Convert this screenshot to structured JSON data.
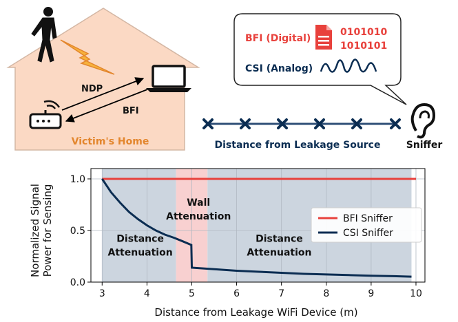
{
  "diagram": {
    "home_label": "Victim's Home",
    "ndp_label": "NDP",
    "bfi_label": "BFI",
    "bfi_digital_label": "BFI (Digital)",
    "bits_line1": "0101010",
    "bits_line2": "1010101",
    "csi_analog_label": "CSI (Analog)",
    "distance_label": "Distance from Leakage Source",
    "sniffer_label": "Sniffer",
    "colors": {
      "house_fill": "#fbd9c4",
      "home_text": "#e3862d",
      "red": "#e8413c",
      "navy": "#0b2d52",
      "axis_line": "#2e4e76"
    }
  },
  "chart_data": {
    "type": "line",
    "xlabel": "Distance from Leakage WiFi Device (m)",
    "ylabel_line1": "Normalized Signal",
    "ylabel_line2": "Power for Sensing",
    "xlim": [
      2.75,
      10.2
    ],
    "ylim": [
      0,
      1.1
    ],
    "xticks": [
      3,
      4,
      5,
      6,
      7,
      8,
      9,
      10
    ],
    "yticks": [
      0.0,
      0.5,
      1.0
    ],
    "ytick_labels": [
      "0.0",
      "0.5",
      "1.0"
    ],
    "grid": true,
    "legend_position": "right",
    "shaded_regions": [
      {
        "name": "distance-1",
        "x0": 3.0,
        "x1": 4.65,
        "color": "#ccd5df"
      },
      {
        "name": "wall",
        "x0": 4.65,
        "x1": 5.35,
        "color": "#f8d0d0"
      },
      {
        "name": "distance-2",
        "x0": 5.35,
        "x1": 9.9,
        "color": "#ccd5df"
      }
    ],
    "annotations": [
      {
        "line1": "Distance",
        "line2": "Attenuation",
        "x": 3.85,
        "y": 0.35
      },
      {
        "line1": "Wall",
        "line2": "Attenuation",
        "x": 5.15,
        "y": 0.7
      },
      {
        "line1": "Distance",
        "line2": "Attenuation",
        "x": 6.95,
        "y": 0.35
      }
    ],
    "series": [
      {
        "name": "BFI Sniffer",
        "color": "#e8413c",
        "x": [
          3.0,
          10.0
        ],
        "y": [
          1.0,
          1.0
        ]
      },
      {
        "name": "CSI Sniffer",
        "color": "#0b2d52",
        "x": [
          3.0,
          3.2,
          3.4,
          3.6,
          3.8,
          4.0,
          4.2,
          4.4,
          4.6,
          4.8,
          4.99,
          5.0,
          5.5,
          6.0,
          6.5,
          7.0,
          7.5,
          8.0,
          8.5,
          9.0,
          9.5,
          9.9
        ],
        "y": [
          1.0,
          0.87,
          0.77,
          0.68,
          0.61,
          0.55,
          0.5,
          0.46,
          0.43,
          0.395,
          0.36,
          0.14,
          0.125,
          0.11,
          0.1,
          0.09,
          0.08,
          0.074,
          0.068,
          0.062,
          0.057,
          0.053
        ]
      }
    ]
  }
}
